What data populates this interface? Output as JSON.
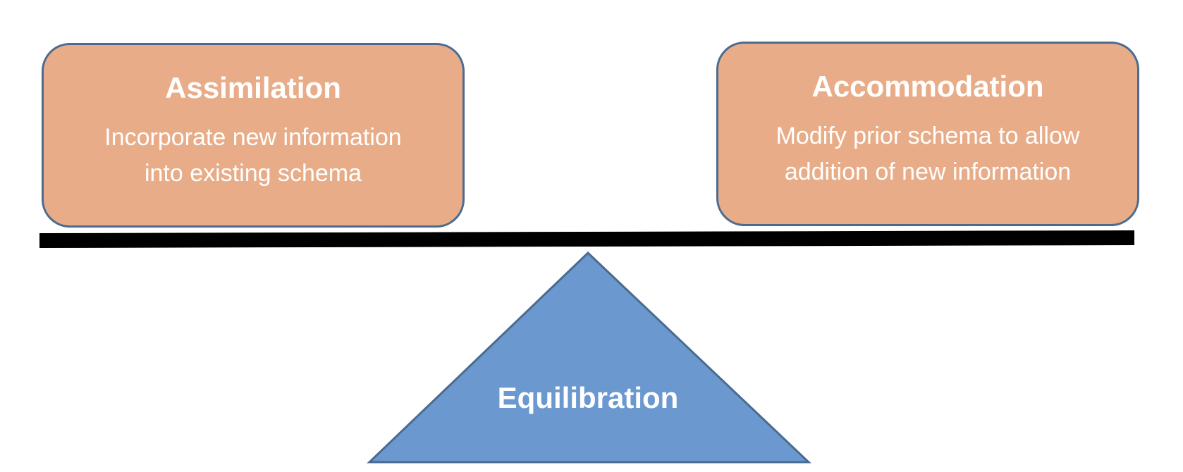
{
  "diagram": {
    "left_box": {
      "title": "Assimilation",
      "description_line1": "Incorporate new information",
      "description_line2": "into existing schema"
    },
    "right_box": {
      "title": "Accommodation",
      "description_line1": "Modify prior schema to allow",
      "description_line2": "addition of new information"
    },
    "fulcrum": {
      "label": "Equilibration"
    }
  },
  "colors": {
    "box_fill": "#e8ad88",
    "box_border": "#4a6b8f",
    "beam": "#000000",
    "fulcrum_fill": "#6a98cf",
    "fulcrum_border": "#4a6b8f",
    "text": "#ffffff"
  }
}
